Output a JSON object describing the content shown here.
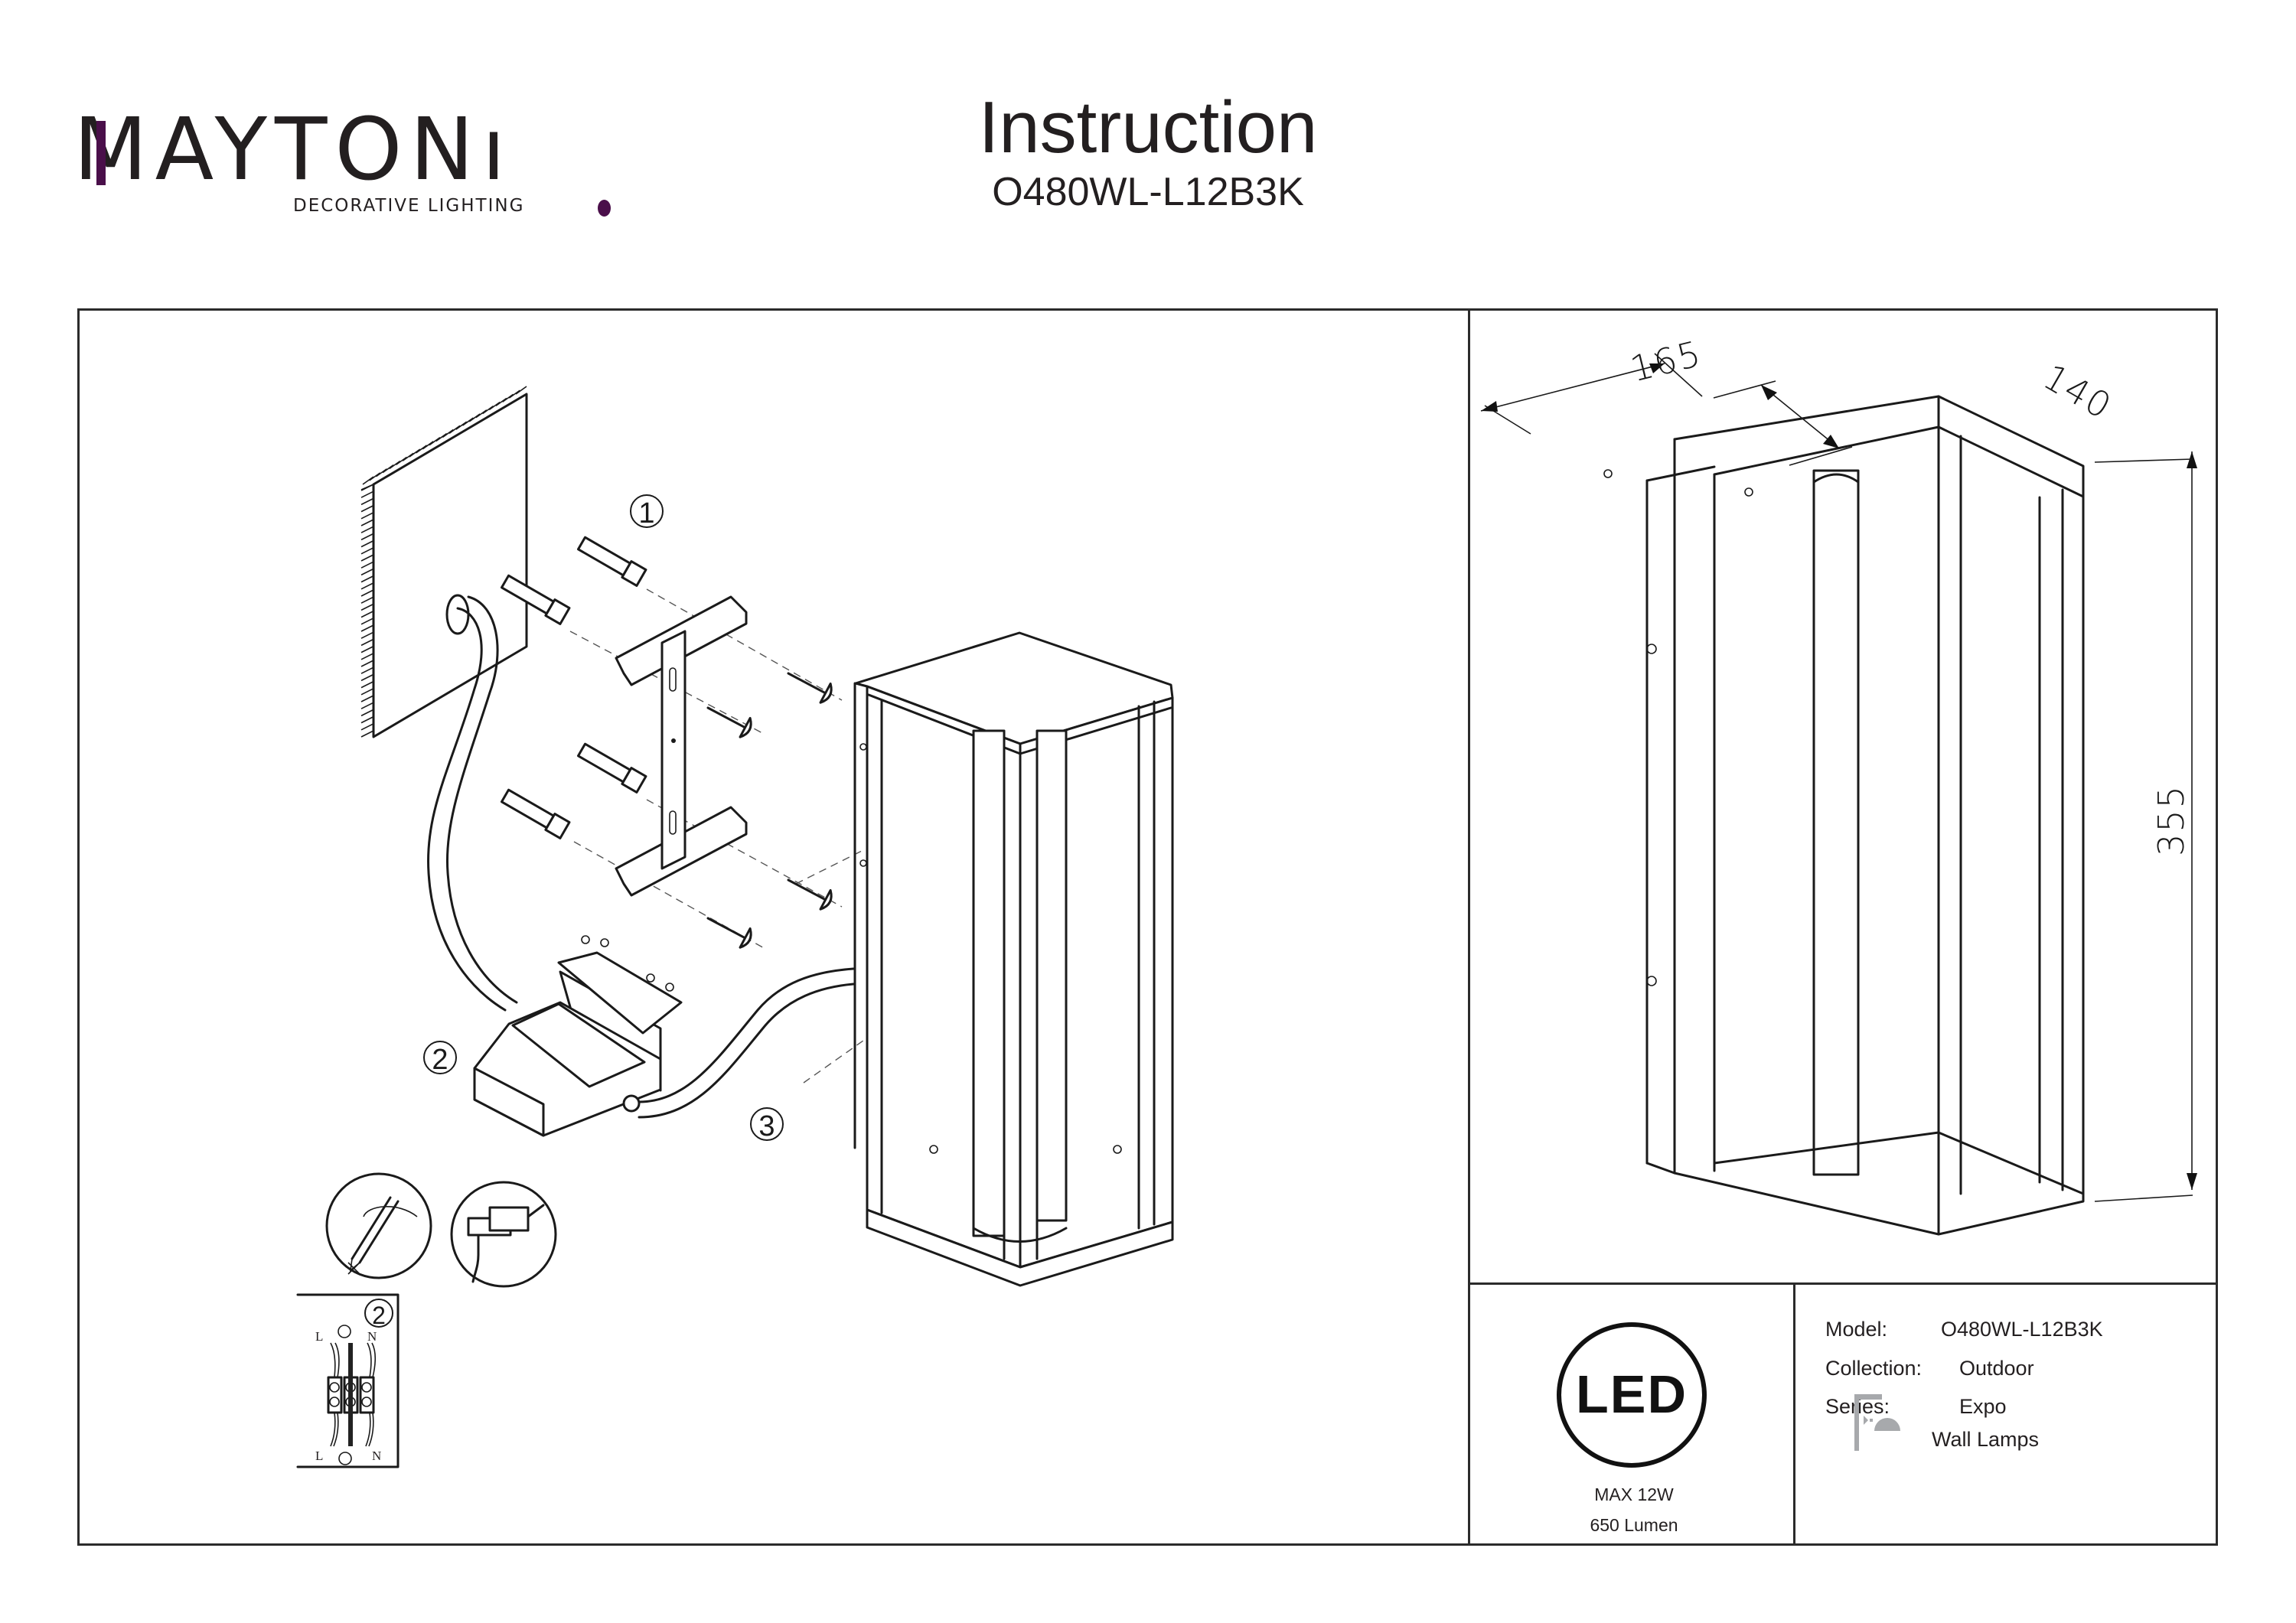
{
  "brand": {
    "name": "MAYTONI",
    "tagline": "DECORATIVE LIGHTING",
    "accent_color": "#4a0f4a"
  },
  "header": {
    "title": "Instruction",
    "model": "O480WL-L12B3K"
  },
  "assembly": {
    "steps": [
      {
        "number": "1",
        "description": "mount-bracket-with-dowels-and-screws"
      },
      {
        "number": "2",
        "description": "connect-wires-in-junction-box"
      },
      {
        "number": "3",
        "description": "attach-lamp-body-with-screws"
      }
    ],
    "tool_icons": [
      "pencil-mark-icon",
      "drill-icon"
    ],
    "wiring_diagram": {
      "step": "2",
      "top_labels": [
        "L",
        "N"
      ],
      "bottom_labels": [
        "L",
        "N"
      ],
      "ground_icon": "earth-ground-icon"
    }
  },
  "dimensions": {
    "width": "165",
    "depth": "140",
    "height": "355"
  },
  "specs": {
    "led_label": "LED",
    "power": "MAX 12W",
    "lumen": "650 Lumen"
  },
  "product_info": {
    "model_label": "Model:",
    "model_value": "O480WL-L12B3K",
    "collection_label": "Collection:",
    "collection_value": "Outdoor",
    "series_label": "Series:",
    "series_value": "Expo",
    "category_value": "Wall Lamps",
    "category_icon": "wall-lamp-icon"
  }
}
